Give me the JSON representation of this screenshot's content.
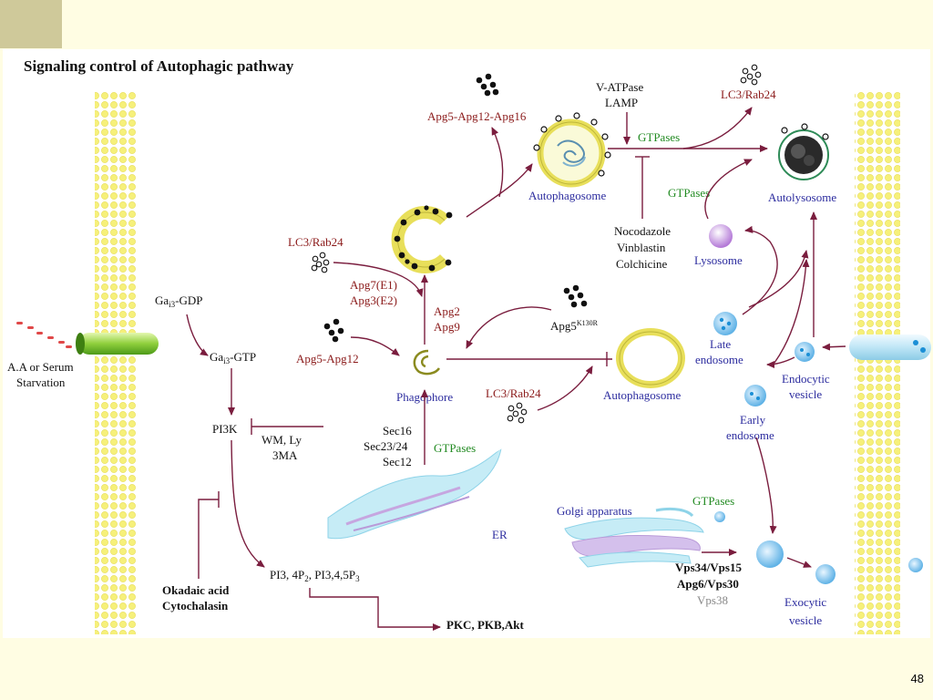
{
  "title": "Signaling control of Autophagic pathway",
  "page_number": "48",
  "labels": {
    "aa_line1": "A.A or Serum",
    "aa_line2": "Starvation",
    "ga_gdp": "Ga",
    "ga_gdp_sub": "i3",
    "ga_gdp_rest": "-GDP",
    "ga_gtp": "Ga",
    "ga_gtp_sub": "i3",
    "ga_gtp_rest": "-GTP",
    "pi3k": "PI3K",
    "wm_line1": "WM, Ly",
    "wm_line2": "3MA",
    "pi3_text": "PI3, 4P",
    "pi3_sub1": "2",
    "pi3_mid": ", PI3,4,5P",
    "pi3_sub2": "3",
    "pkc": "PKC, PKB,Akt",
    "okadaic_line1": "Okadaic acid",
    "okadaic_line2": "Cytochalasin",
    "apg5_apg12": "Apg5-Apg12",
    "lc3_left": "LC3/Rab24",
    "apg7": "Apg7(E1)",
    "apg3": "Apg3(E2)",
    "apg2": "Apg2",
    "apg9": "Apg9",
    "phagophore": "Phagophore",
    "sec16": "Sec16",
    "sec23": "Sec23/24",
    "sec12": "Sec12",
    "gtpases_er": "GTPases",
    "er": "ER",
    "apg5_complex": "Apg5-Apg12-Apg16",
    "autophagosome_top": "Autophagosome",
    "vatpase": "V-ATPase",
    "lamp": "LAMP",
    "gtpases_top": "GTPases",
    "lc3_top": "LC3/Rab24",
    "gtpases_mid": "GTPases",
    "autolysosome": "Autolysosome",
    "nocodazole": "Nocodazole",
    "vinblastin": "Vinblastin",
    "colchicine": "Colchicine",
    "lysosome": "Lysosome",
    "apg5_mut": "Apg5",
    "apg5_mut_sup": "K130R",
    "lc3_mid": "LC3/Rab24",
    "autophagosome_mid": "Autophagosome",
    "late_line1": "Late",
    "late_line2": "endosome",
    "endo_line1": "Endocytic",
    "endo_line2": "vesicle",
    "early_line1": "Early",
    "early_line2": "endosome",
    "golgi": "Golgi apparatus",
    "gtpases_golgi": "GTPases",
    "vps1": "Vps34/Vps15",
    "vps2": "Apg6/Vps30",
    "vps3": "Vps38",
    "exo_line1": "Exocytic",
    "exo_line2": "vesicle"
  },
  "colors": {
    "background": "#fffde3",
    "corner": "#cfc99a",
    "arrow": "#7a1d3e",
    "protein_red": "#8b1a1a",
    "label_blue": "#2d2d9f",
    "gtpase_green": "#238b23",
    "membrane_yellow": "#f4ee70"
  }
}
